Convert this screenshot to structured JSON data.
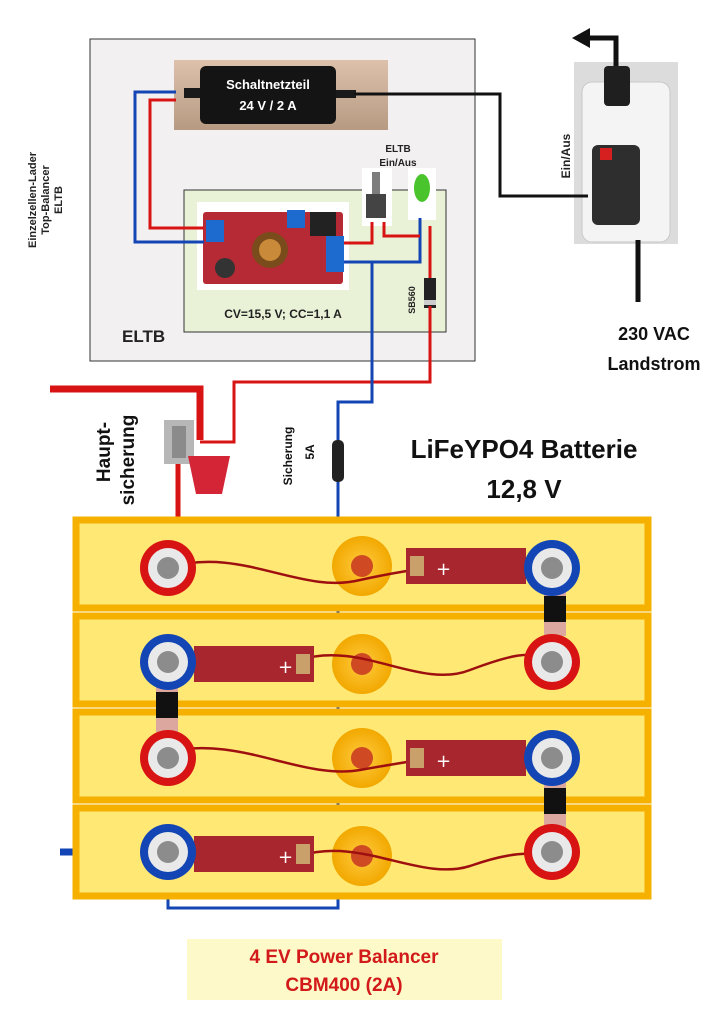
{
  "eltb_box": {
    "title": "ELTB",
    "side_label": [
      "Einzelzellen-Lader",
      "Top-Balancer",
      "ELTB"
    ],
    "psu_line1": "Schaltnetzteil",
    "psu_line2": "24 V / 2 A",
    "switch_label_1": "ELTB",
    "switch_label_2": "Ein/Aus",
    "settings": "CV=15,5 V; CC=1,1 A",
    "diode": "SB560"
  },
  "mains": {
    "switch_label": "Ein/Aus",
    "shore_line1": "230 VAC",
    "shore_line2": "Landstrom"
  },
  "fuses": {
    "main_line1": "Haupt-",
    "main_line2": "sicherung",
    "small_line1": "Sicherung",
    "small_line2": "5A"
  },
  "battery": {
    "title_line1": "LiFeYPO4 Batterie",
    "title_line2": "12,8 V",
    "cells": 4
  },
  "balancer": {
    "line1": "4 EV Power Balancer",
    "line2": "CBM400 (2A)"
  },
  "colors": {
    "positive": "#d81313",
    "negative": "#1346b4",
    "cell": "#ffe873",
    "cell_border": "#f6b000",
    "label_red": "#d21a1a"
  }
}
